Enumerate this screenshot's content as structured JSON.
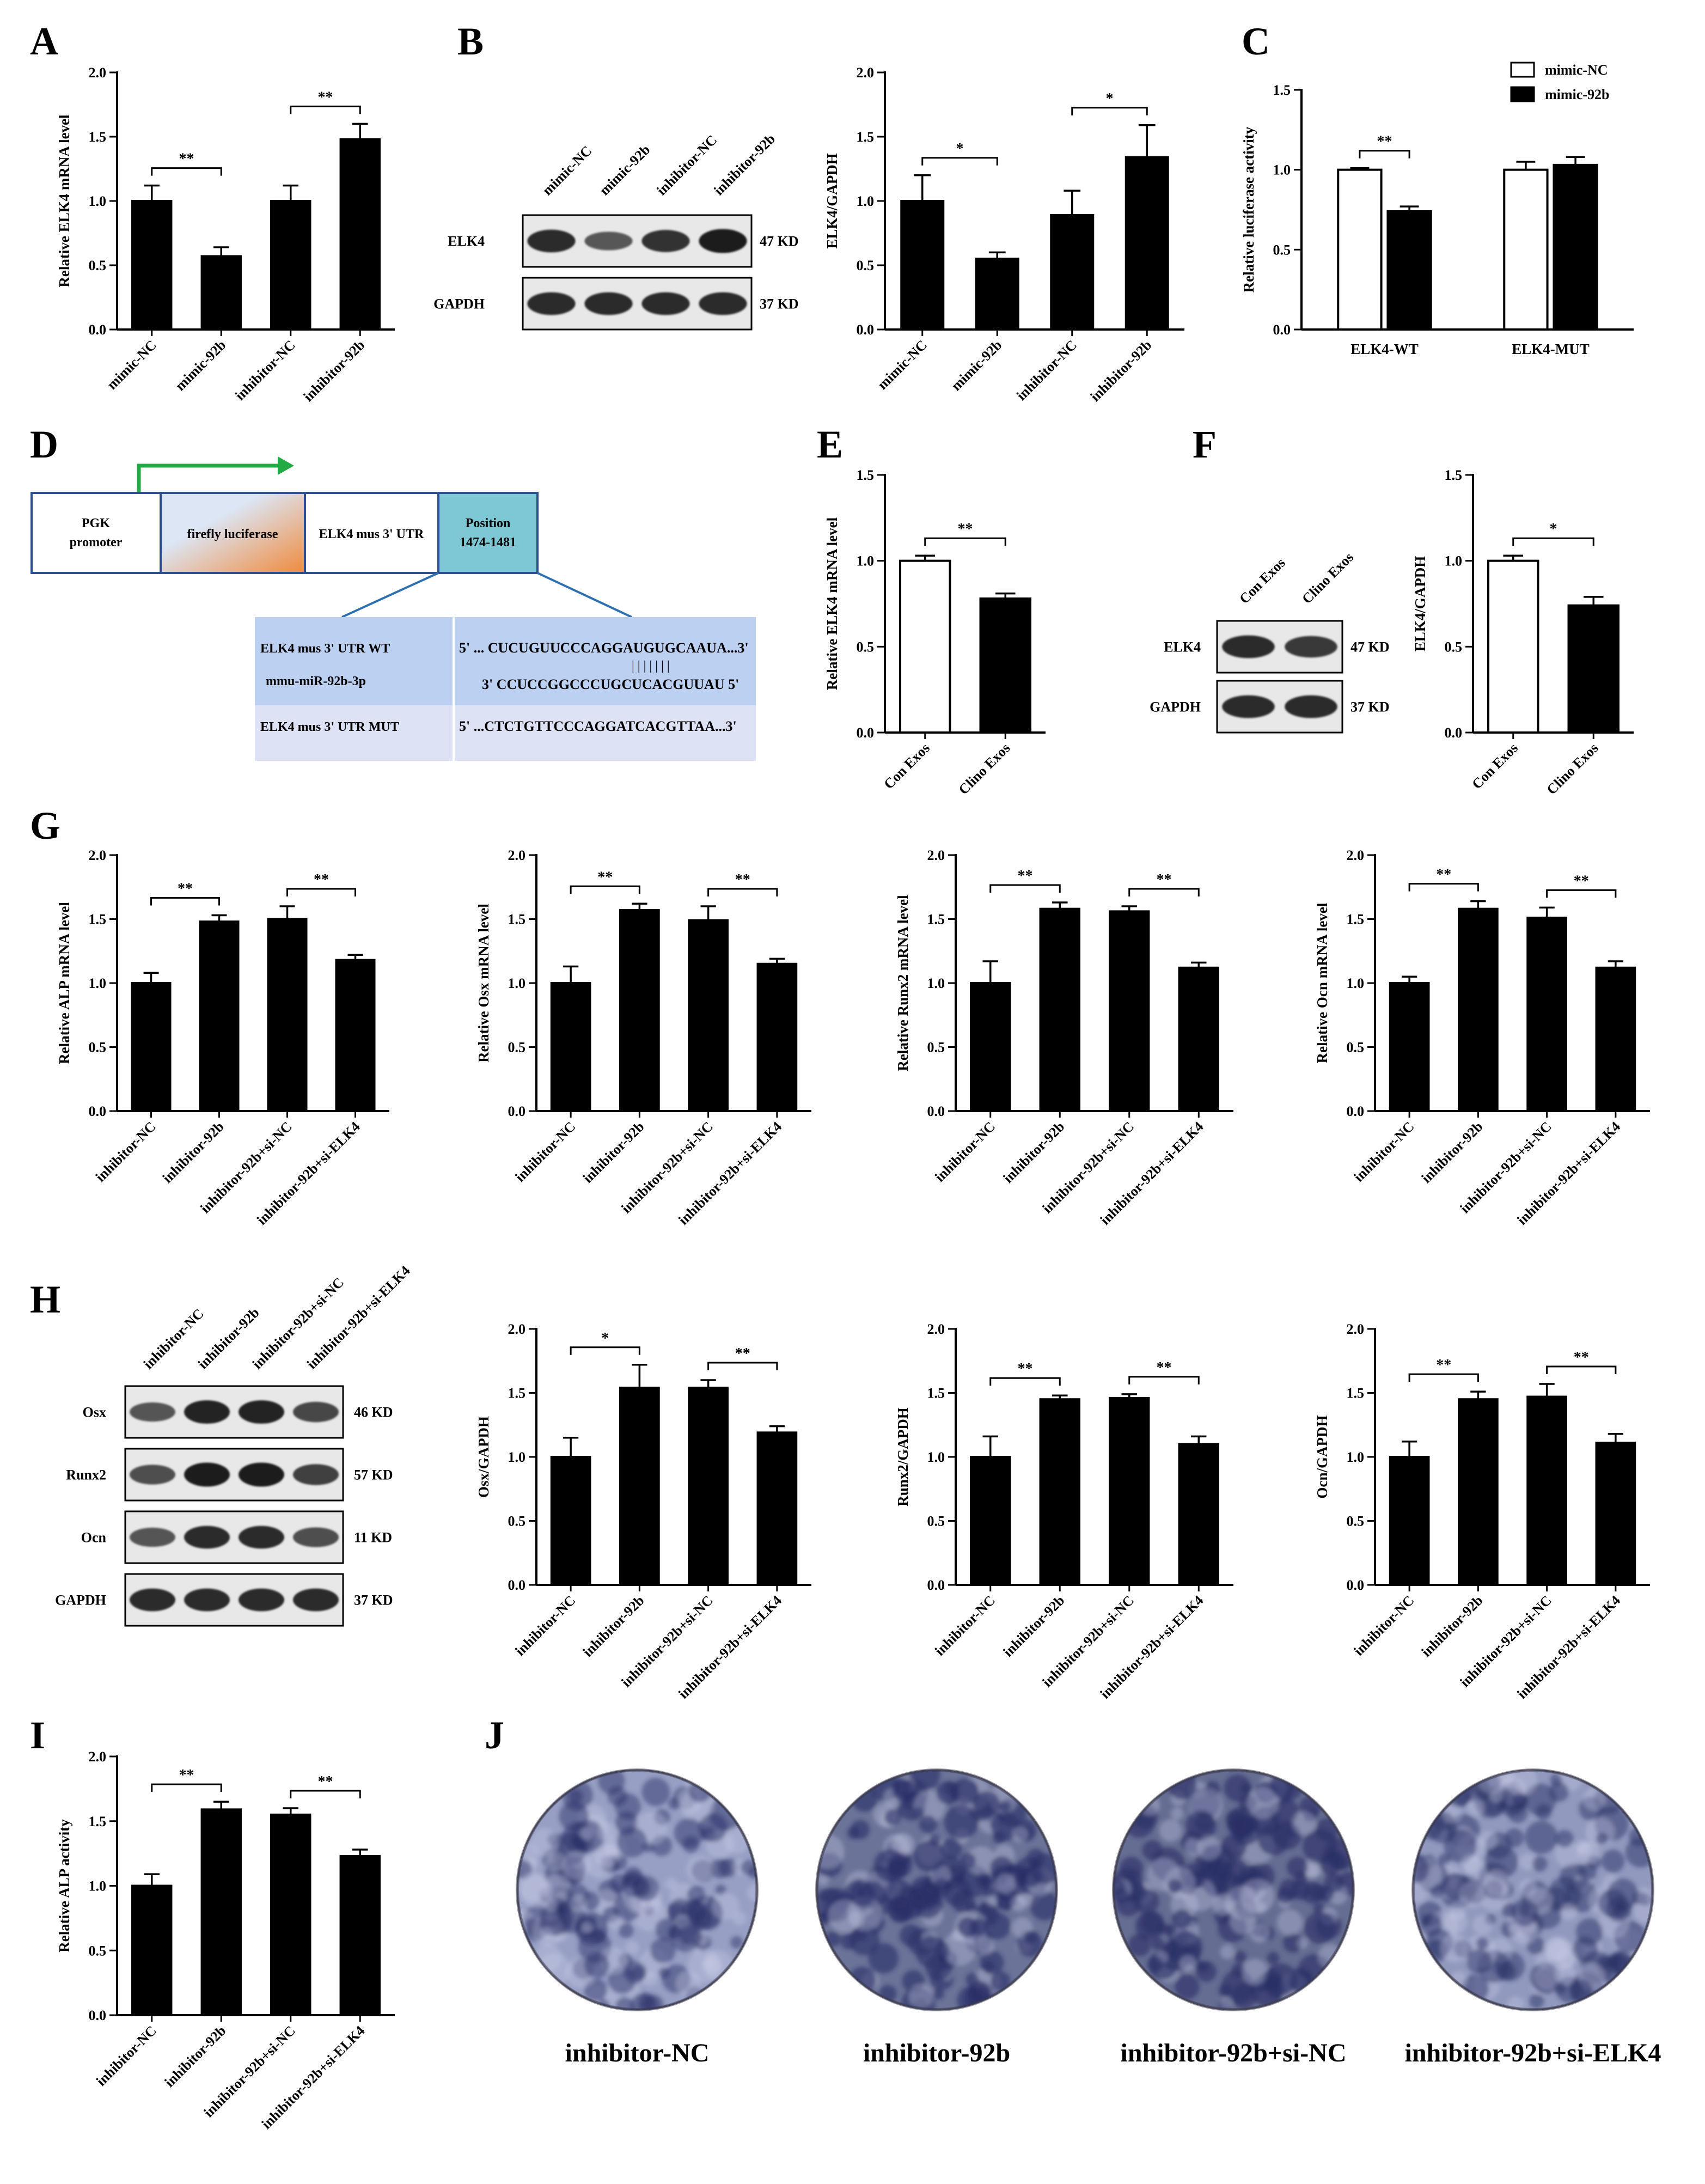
{
  "panel_letters": {
    "A": "A",
    "B": "B",
    "C": "C",
    "D": "D",
    "E": "E",
    "F": "F",
    "G": "G",
    "H": "H",
    "I": "I",
    "J": "J"
  },
  "chart_data": [
    {
      "id": "A",
      "type": "bar",
      "ylabel": "Relative ELK4 mRNA level",
      "ylim": [
        0,
        2.0
      ],
      "yticks": [
        "0.0",
        "0.5",
        "1.0",
        "1.5",
        "2.0"
      ],
      "categories": [
        "mimic-NC",
        "mimic-92b",
        "inhibitor-NC",
        "inhibitor-92b"
      ],
      "values": [
        1.0,
        0.57,
        1.0,
        1.48
      ],
      "errors": [
        0.12,
        0.07,
        0.12,
        0.12
      ],
      "sig": [
        {
          "from": 0,
          "to": 1,
          "label": "**"
        },
        {
          "from": 2,
          "to": 3,
          "label": "**"
        }
      ]
    },
    {
      "id": "B",
      "type": "bar",
      "ylabel": "ELK4/GAPDH",
      "ylim": [
        0,
        2.0
      ],
      "yticks": [
        "0.0",
        "0.5",
        "1.0",
        "1.5",
        "2.0"
      ],
      "categories": [
        "mimic-NC",
        "mimic-92b",
        "inhibitor-NC",
        "inhibitor-92b"
      ],
      "values": [
        1.0,
        0.55,
        0.89,
        1.34
      ],
      "errors": [
        0.2,
        0.05,
        0.19,
        0.25
      ],
      "sig": [
        {
          "from": 0,
          "to": 1,
          "label": "*"
        },
        {
          "from": 2,
          "to": 3,
          "label": "*"
        }
      ]
    },
    {
      "id": "C",
      "type": "bar",
      "ylabel": "Relative luciferase activity",
      "ylim": [
        0,
        1.5
      ],
      "yticks": [
        "0.0",
        "0.5",
        "1.0",
        "1.5"
      ],
      "groups": [
        "ELK4-WT",
        "ELK4-MUT"
      ],
      "series": [
        {
          "name": "mimic-NC",
          "values": [
            1.0,
            1.0
          ],
          "errors": [
            0.01,
            0.05
          ],
          "fill": "#ffffff"
        },
        {
          "name": "mimic-92b",
          "values": [
            0.74,
            1.03
          ],
          "errors": [
            0.03,
            0.05
          ],
          "fill": "#000000"
        }
      ],
      "sig": [
        {
          "group": 0,
          "label": "**"
        }
      ]
    },
    {
      "id": "E",
      "type": "bar",
      "ylabel": "Relative ELK4 mRNA level",
      "ylim": [
        0,
        1.5
      ],
      "yticks": [
        "0.0",
        "0.5",
        "1.0",
        "1.5"
      ],
      "categories": [
        "Con Exos",
        "Clino Exos"
      ],
      "values": [
        1.0,
        0.78
      ],
      "errors": [
        0.03,
        0.03
      ],
      "fills": [
        "#ffffff",
        "#000000"
      ],
      "sig": [
        {
          "from": 0,
          "to": 1,
          "label": "**"
        }
      ]
    },
    {
      "id": "F",
      "type": "bar",
      "ylabel": "ELK4/GAPDH",
      "ylim": [
        0,
        1.5
      ],
      "yticks": [
        "0.0",
        "0.5",
        "1.0",
        "1.5"
      ],
      "categories": [
        "Con Exos",
        "Clino Exos"
      ],
      "values": [
        1.0,
        0.74
      ],
      "errors": [
        0.03,
        0.05
      ],
      "fills": [
        "#ffffff",
        "#000000"
      ],
      "sig": [
        {
          "from": 0,
          "to": 1,
          "label": "*"
        }
      ]
    },
    {
      "id": "G1",
      "type": "bar",
      "ylabel": "Relative ALP mRNA level",
      "ylim": [
        0,
        2.0
      ],
      "yticks": [
        "0.0",
        "0.5",
        "1.0",
        "1.5",
        "2.0"
      ],
      "categories": [
        "inhibitor-NC",
        "inhibitor-92b",
        "inhibitor-92b+si-NC",
        "inhibitor-92b+si-ELK4"
      ],
      "values": [
        1.0,
        1.48,
        1.5,
        1.18
      ],
      "errors": [
        0.08,
        0.05,
        0.1,
        0.04
      ],
      "sig": [
        {
          "from": 0,
          "to": 1,
          "label": "**"
        },
        {
          "from": 2,
          "to": 3,
          "label": "**"
        }
      ]
    },
    {
      "id": "G2",
      "type": "bar",
      "ylabel": "Relative Osx mRNA level",
      "ylim": [
        0,
        2.0
      ],
      "yticks": [
        "0.0",
        "0.5",
        "1.0",
        "1.5",
        "2.0"
      ],
      "categories": [
        "inhibitor-NC",
        "inhibitor-92b",
        "inhibitor-92b+si-NC",
        "inhibitor-92b+si-ELK4"
      ],
      "values": [
        1.0,
        1.57,
        1.49,
        1.15
      ],
      "errors": [
        0.13,
        0.05,
        0.11,
        0.04
      ],
      "sig": [
        {
          "from": 0,
          "to": 1,
          "label": "**"
        },
        {
          "from": 2,
          "to": 3,
          "label": "**"
        }
      ]
    },
    {
      "id": "G3",
      "type": "bar",
      "ylabel": "Relative Runx2 mRNA level",
      "ylim": [
        0,
        2.0
      ],
      "yticks": [
        "0.0",
        "0.5",
        "1.0",
        "1.5",
        "2.0"
      ],
      "categories": [
        "inhibitor-NC",
        "inhibitor-92b",
        "inhibitor-92b+si-NC",
        "inhibitor-92b+si-ELK4"
      ],
      "values": [
        1.0,
        1.58,
        1.56,
        1.12
      ],
      "errors": [
        0.17,
        0.05,
        0.04,
        0.04
      ],
      "sig": [
        {
          "from": 0,
          "to": 1,
          "label": "**"
        },
        {
          "from": 2,
          "to": 3,
          "label": "**"
        }
      ]
    },
    {
      "id": "G4",
      "type": "bar",
      "ylabel": "Relative Ocn mRNA level",
      "ylim": [
        0,
        2.0
      ],
      "yticks": [
        "0.0",
        "0.5",
        "1.0",
        "1.5",
        "2.0"
      ],
      "categories": [
        "inhibitor-NC",
        "inhibitor-92b",
        "inhibitor-92b+si-NC",
        "inhibitor-92b+si-ELK4"
      ],
      "values": [
        1.0,
        1.58,
        1.51,
        1.12
      ],
      "errors": [
        0.05,
        0.06,
        0.08,
        0.05
      ],
      "sig": [
        {
          "from": 0,
          "to": 1,
          "label": "**"
        },
        {
          "from": 2,
          "to": 3,
          "label": "**"
        }
      ]
    },
    {
      "id": "H1",
      "type": "bar",
      "ylabel": "Osx/GAPDH",
      "ylim": [
        0,
        2.0
      ],
      "yticks": [
        "0.0",
        "0.5",
        "1.0",
        "1.5",
        "2.0"
      ],
      "categories": [
        "inhibitor-NC",
        "inhibitor-92b",
        "inhibitor-92b+si-NC",
        "inhibitor-92b+si-ELK4"
      ],
      "values": [
        1.0,
        1.54,
        1.54,
        1.19
      ],
      "errors": [
        0.15,
        0.18,
        0.06,
        0.05
      ],
      "sig": [
        {
          "from": 0,
          "to": 1,
          "label": "*"
        },
        {
          "from": 2,
          "to": 3,
          "label": "**"
        }
      ]
    },
    {
      "id": "H2",
      "type": "bar",
      "ylabel": "Runx2/GAPDH",
      "ylim": [
        0,
        2.0
      ],
      "yticks": [
        "0.0",
        "0.5",
        "1.0",
        "1.5",
        "2.0"
      ],
      "categories": [
        "inhibitor-NC",
        "inhibitor-92b",
        "inhibitor-92b+si-NC",
        "inhibitor-92b+si-ELK4"
      ],
      "values": [
        1.0,
        1.45,
        1.46,
        1.1
      ],
      "errors": [
        0.16,
        0.03,
        0.03,
        0.06
      ],
      "sig": [
        {
          "from": 0,
          "to": 1,
          "label": "**"
        },
        {
          "from": 2,
          "to": 3,
          "label": "**"
        }
      ]
    },
    {
      "id": "H3",
      "type": "bar",
      "ylabel": "Ocn/GAPDH",
      "ylim": [
        0,
        2.0
      ],
      "yticks": [
        "0.0",
        "0.5",
        "1.0",
        "1.5",
        "2.0"
      ],
      "categories": [
        "inhibitor-NC",
        "inhibitor-92b",
        "inhibitor-92b+si-NC",
        "inhibitor-92b+si-ELK4"
      ],
      "values": [
        1.0,
        1.45,
        1.47,
        1.11
      ],
      "errors": [
        0.12,
        0.06,
        0.1,
        0.07
      ],
      "sig": [
        {
          "from": 0,
          "to": 1,
          "label": "**"
        },
        {
          "from": 2,
          "to": 3,
          "label": "**"
        }
      ]
    },
    {
      "id": "I",
      "type": "bar",
      "ylabel": "Relative ALP activity",
      "ylim": [
        0,
        2.0
      ],
      "yticks": [
        "0.0",
        "0.5",
        "1.0",
        "1.5",
        "2.0"
      ],
      "categories": [
        "inhibitor-NC",
        "inhibitor-92b",
        "inhibitor-92b+si-NC",
        "inhibitor-92b+si-ELK4"
      ],
      "values": [
        1.0,
        1.59,
        1.55,
        1.23
      ],
      "errors": [
        0.09,
        0.06,
        0.05,
        0.05
      ],
      "sig": [
        {
          "from": 0,
          "to": 1,
          "label": "**"
        },
        {
          "from": 2,
          "to": 3,
          "label": "**"
        }
      ]
    }
  ],
  "blots": {
    "B": {
      "lanes": [
        "mimic-NC",
        "mimic-92b",
        "inhibitor-NC",
        "inhibitor-92b"
      ],
      "rows": [
        {
          "protein": "ELK4",
          "kd": "47 KD",
          "intensity": [
            0.9,
            0.55,
            0.85,
            1.0
          ]
        },
        {
          "protein": "GAPDH",
          "kd": "37 KD",
          "intensity": [
            0.9,
            0.9,
            0.9,
            0.9
          ]
        }
      ]
    },
    "F": {
      "lanes": [
        "Con Exos",
        "Clino Exos"
      ],
      "rows": [
        {
          "protein": "ELK4",
          "kd": "47 KD",
          "intensity": [
            0.9,
            0.8
          ]
        },
        {
          "protein": "GAPDH",
          "kd": "37 KD",
          "intensity": [
            0.9,
            0.9
          ]
        }
      ]
    },
    "H": {
      "lanes": [
        "inhibitor-NC",
        "inhibitor-92b",
        "inhibitor-92b+si-NC",
        "inhibitor-92b+si-ELK4"
      ],
      "rows": [
        {
          "protein": "Osx",
          "kd": "46 KD",
          "intensity": [
            0.6,
            0.95,
            0.95,
            0.7
          ]
        },
        {
          "protein": "Runx2",
          "kd": "57 KD",
          "intensity": [
            0.65,
            1.0,
            1.0,
            0.75
          ]
        },
        {
          "protein": "Ocn",
          "kd": "11 KD",
          "intensity": [
            0.6,
            0.9,
            0.9,
            0.65
          ]
        },
        {
          "protein": "GAPDH",
          "kd": "37 KD",
          "intensity": [
            0.9,
            0.9,
            0.9,
            0.9
          ]
        }
      ]
    }
  },
  "construct": {
    "promoter": "PGK promoter",
    "luciferase": "firefly luciferase",
    "utr": "ELK4 mus 3' UTR",
    "position": "Position 1474-1481",
    "wt_label": "ELK4 mus  3' UTR  WT",
    "wt_seq": "5' ... CUCUGUUCCCAGGAUGUGCAAUA...3'",
    "mirna_label": "mmu-miR-92b-3p",
    "pairing": "| | | | | | |",
    "mirna_seq": "3'  CCUCCGGCCCUGCUCACGUUAU 5'",
    "mut_label": "ELK4 mus  3' UTR  MUT",
    "mut_seq": "5' ...CTCTGTTCCCAGGATCACGTTAA...3'"
  },
  "staining": {
    "labels": [
      "inhibitor-NC",
      "inhibitor-92b",
      "inhibitor-92b+si-NC",
      "inhibitor-92b+si-ELK4"
    ],
    "density": [
      0.45,
      0.85,
      0.9,
      0.5
    ],
    "stain_color": "#3b4a8c"
  },
  "colors": {
    "bar": "#000000",
    "luciferase_start": "#dce6f5",
    "luciferase_end": "#f08a3c",
    "position_box": "#7ec8d6",
    "seq_box": "#bcd0f2",
    "mut_box": "#dde2f5",
    "arrow": "#22aa44"
  }
}
